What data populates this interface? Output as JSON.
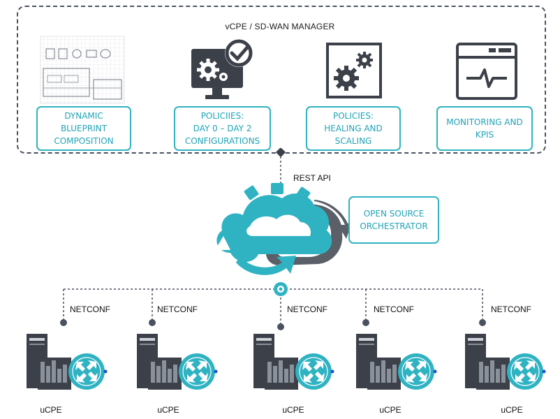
{
  "manager": {
    "title": "vCPE / SD-WAN MANAGER"
  },
  "capabilities": [
    {
      "label": "DYNAMIC\nBLUEPRINT\nCOMPOSITION",
      "icon": "blueprint-icon"
    },
    {
      "label": "POLICIIES:\nDAY 0 – DAY 2\nCONFIGURATIONS",
      "icon": "monitor-gear-check-icon"
    },
    {
      "label": "POLICIES:\nHEALING AND\nSCALING",
      "icon": "gears-icon"
    },
    {
      "label": "MONITORING AND\nKPIS",
      "icon": "heartbeat-window-icon"
    }
  ],
  "api": {
    "label": "REST API"
  },
  "orchestrator": {
    "label": "OPEN SOURCE\nORCHESTRATOR",
    "icon": "cloud-gear-icon"
  },
  "devices": [
    {
      "protocol": "NETCONF",
      "name": "uCPE"
    },
    {
      "protocol": "NETCONF",
      "name": "uCPE"
    },
    {
      "protocol": "NETCONF",
      "name": "uCPE"
    },
    {
      "protocol": "NETCONF",
      "name": "uCPE"
    },
    {
      "protocol": "NETCONF",
      "name": "uCPE"
    }
  ],
  "colors": {
    "accent": "#2fb3c2",
    "dark": "#4a5260",
    "border": "#3a3f48"
  }
}
